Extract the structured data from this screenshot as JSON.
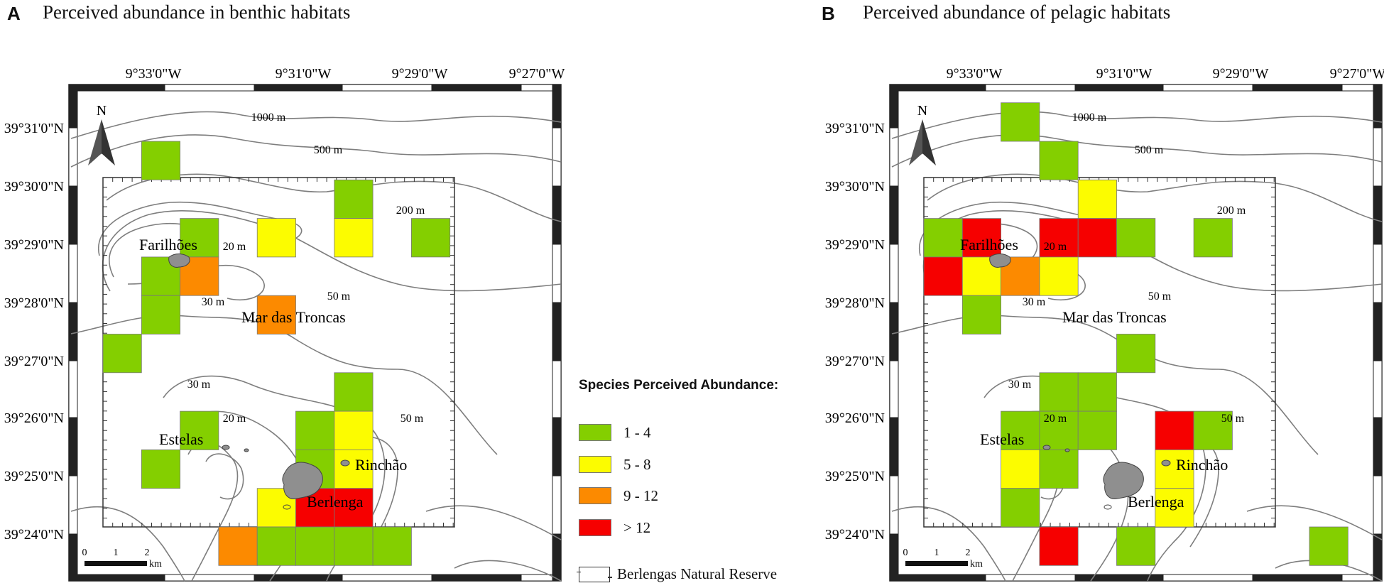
{
  "colors": {
    "green": "#84cf00",
    "yellow": "#fcfc00",
    "orange": "#fc8a00",
    "orange_light": "#fca500",
    "red": "#f60000",
    "island": "#8f8f8f",
    "contour": "#7e7e7e"
  },
  "lon_labels": [
    "9°33'0\"W",
    "9°31'0\"W",
    "9°29'0\"W",
    "9°27'0\"W"
  ],
  "lat_labels": [
    "39°31'0\"N",
    "39°30'0\"N",
    "39°29'0\"N",
    "39°28'0\"N",
    "39°27'0\"N",
    "39°26'0\"N",
    "39°25'0\"N",
    "39°24'0\"N"
  ],
  "north_label": "N",
  "scale_bar": {
    "ticks": [
      "0",
      "1",
      "2"
    ],
    "unit": "km"
  },
  "panel_a": {
    "letter": "A",
    "title": "Perceived abundance in benthic habitats",
    "depth_labels": {
      "d1000": "1000 m",
      "d500": "500 m",
      "d200": "200 m",
      "d20a": "20 m",
      "d30a": "30 m",
      "d50a": "50 m",
      "d30b": "30 m",
      "d20b": "20 m",
      "d50b": "50 m"
    },
    "places": {
      "farilhoes": "Farilhões",
      "mar": "Mar das Troncas",
      "estelas": "Estelas",
      "rinchao": "Rinchão",
      "berlenga": "Berlenga"
    },
    "cells": [
      {
        "col": 1,
        "row": 0,
        "level": "1-4"
      },
      {
        "col": 2,
        "row": 2,
        "level": "1-4"
      },
      {
        "col": 4,
        "row": 2,
        "level": "5-8"
      },
      {
        "col": 6,
        "row": 1,
        "level": "1-4"
      },
      {
        "col": 6,
        "row": 2,
        "level": "5-8"
      },
      {
        "col": 8,
        "row": 2,
        "level": "1-4"
      },
      {
        "col": 1,
        "row": 3,
        "level": "1-4"
      },
      {
        "col": 2,
        "row": 3,
        "level": "9-12"
      },
      {
        "col": 1,
        "row": 4,
        "level": "1-4"
      },
      {
        "col": 4,
        "row": 4,
        "level": "9-12"
      },
      {
        "col": 0,
        "row": 5,
        "level": "1-4"
      },
      {
        "col": 6,
        "row": 6,
        "level": "1-4"
      },
      {
        "col": 2,
        "row": 7,
        "level": "1-4"
      },
      {
        "col": 5,
        "row": 7,
        "level": "1-4"
      },
      {
        "col": 6,
        "row": 7,
        "level": "5-8"
      },
      {
        "col": 1,
        "row": 8,
        "level": "1-4"
      },
      {
        "col": 5,
        "row": 8,
        "level": "1-4"
      },
      {
        "col": 6,
        "row": 8,
        "level": "5-8"
      },
      {
        "col": 4,
        "row": 9,
        "level": "5-8"
      },
      {
        "col": 5,
        "row": 9,
        "level": ">12"
      },
      {
        "col": 6,
        "row": 9,
        "level": ">12"
      },
      {
        "col": 3,
        "row": 10,
        "level": "9-12"
      },
      {
        "col": 4,
        "row": 10,
        "level": "1-4"
      },
      {
        "col": 5,
        "row": 10,
        "level": "1-4"
      },
      {
        "col": 6,
        "row": 10,
        "level": "1-4"
      },
      {
        "col": 7,
        "row": 10,
        "level": "1-4"
      }
    ]
  },
  "panel_b": {
    "letter": "B",
    "title": "Perceived abundance of pelagic habitats",
    "depth_labels": {
      "d1000": "1000 m",
      "d500": "500 m",
      "d200": "200 m",
      "d20a": "20 m",
      "d30a": "30 m",
      "d50a": "50 m",
      "d30b": "30 m",
      "d20b": "20 m",
      "d50b": "50 m"
    },
    "places": {
      "farilhoes": "Farilhões",
      "mar": "Mar das Troncas",
      "estelas": "Estelas",
      "rinchao": "Rinchão",
      "berlenga": "Berlenga"
    },
    "cells": [
      {
        "col": 2,
        "row": -1,
        "level": "1-4"
      },
      {
        "col": 3,
        "row": 0,
        "level": "1-4"
      },
      {
        "col": 4,
        "row": 1,
        "level": "5-8"
      },
      {
        "col": 0,
        "row": 2,
        "level": "1-4"
      },
      {
        "col": 1,
        "row": 2,
        "level": ">12"
      },
      {
        "col": 3,
        "row": 2,
        "level": ">12"
      },
      {
        "col": 4,
        "row": 2,
        "level": ">12"
      },
      {
        "col": 5,
        "row": 2,
        "level": "1-4"
      },
      {
        "col": 7,
        "row": 2,
        "level": "1-4"
      },
      {
        "col": 0,
        "row": 3,
        "level": ">12"
      },
      {
        "col": 1,
        "row": 3,
        "level": "5-8"
      },
      {
        "col": 2,
        "row": 3,
        "level": "9-12"
      },
      {
        "col": 3,
        "row": 3,
        "level": "5-8"
      },
      {
        "col": 1,
        "row": 4,
        "level": "1-4"
      },
      {
        "col": 5,
        "row": 5,
        "level": "1-4"
      },
      {
        "col": 3,
        "row": 6,
        "level": "1-4"
      },
      {
        "col": 4,
        "row": 6,
        "level": "1-4"
      },
      {
        "col": 2,
        "row": 7,
        "level": "1-4"
      },
      {
        "col": 3,
        "row": 7,
        "level": "1-4"
      },
      {
        "col": 4,
        "row": 7,
        "level": "1-4"
      },
      {
        "col": 6,
        "row": 7,
        "level": ">12"
      },
      {
        "col": 7,
        "row": 7,
        "level": "1-4"
      },
      {
        "col": 2,
        "row": 8,
        "level": "5-8"
      },
      {
        "col": 3,
        "row": 8,
        "level": "1-4"
      },
      {
        "col": 6,
        "row": 8,
        "level": "5-8"
      },
      {
        "col": 2,
        "row": 9,
        "level": "1-4"
      },
      {
        "col": 6,
        "row": 9,
        "level": "5-8"
      },
      {
        "col": 3,
        "row": 10,
        "level": ">12"
      },
      {
        "col": 5,
        "row": 10,
        "level": "1-4"
      },
      {
        "col": 10,
        "row": 10,
        "level": "1-4"
      }
    ]
  },
  "legend": {
    "title": "Species Perceived Abundance:",
    "items": [
      {
        "label": "1 - 4",
        "key": "1-4",
        "color": "#84cf00"
      },
      {
        "label": "5 - 8",
        "key": "5-8",
        "color": "#fcfc00"
      },
      {
        "label": "9 - 12",
        "key": "9-12",
        "color": "#fc8a00"
      },
      {
        "label": "> 12",
        "key": ">12",
        "color": "#f60000"
      }
    ],
    "reserve_label": "Berlengas Natural Reserve"
  }
}
